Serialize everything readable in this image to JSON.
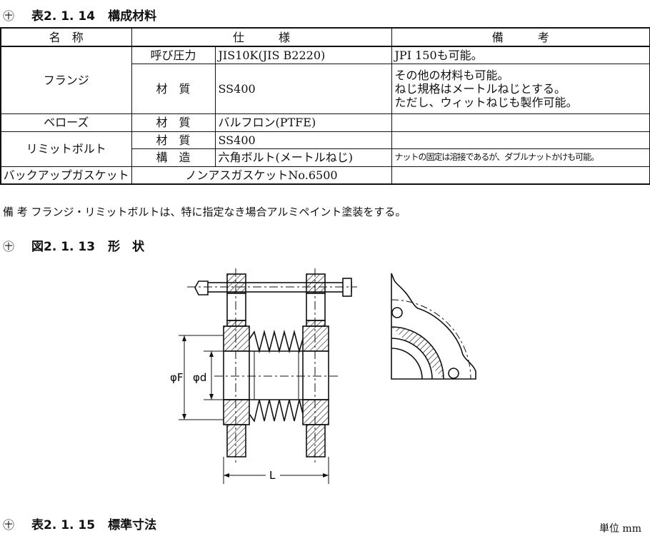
{
  "table_heading": {
    "mark": "㊉",
    "label": "表2. 1. 14",
    "title": "構成材料"
  },
  "table": {
    "headers": [
      "名　称",
      "仕　　　様",
      "備　　　考"
    ],
    "rows": {
      "flange": {
        "name": "フランジ",
        "pressure_item": "呼び圧力",
        "pressure_value": "JIS10K(JIS B2220)",
        "pressure_note": "JPI 150も可能。",
        "material_item": "材　質",
        "material_value": "SS400",
        "material_note_lines": [
          "その他の材料も可能。",
          "ねじ規格はメートルねじとする。",
          "ただし、ウィットねじも製作可能。"
        ]
      },
      "bellows": {
        "name": "ベローズ",
        "item": "材　質",
        "value": "バルフロン(PTFE)",
        "note": ""
      },
      "limit_bolt": {
        "name": "リミットボルト",
        "material_item": "材　質",
        "material_value": "SS400",
        "material_note": "",
        "structure_item": "構　造",
        "structure_value": "六角ボルト(メートルねじ)",
        "structure_note": "ナットの固定は溶接であるが、ダブルナットかけも可能。"
      },
      "gasket": {
        "name": "バックアップガスケット",
        "value": "ノンアスガスケットNo.6500",
        "note": ""
      }
    }
  },
  "note_text": "備 考 フランジ・リミットボルトは、特に指定なき場合アルミペイント塗装をする。",
  "figure_heading": {
    "mark": "㊉",
    "label": "図2. 1. 13",
    "title": "形　状"
  },
  "figure_labels": {
    "phiF": "φF",
    "phid": "φd",
    "L": "L"
  },
  "next_heading": {
    "mark": "㊉",
    "label": "表2. 1. 15",
    "title": "標準寸法"
  },
  "unit_text": "単位 mm"
}
